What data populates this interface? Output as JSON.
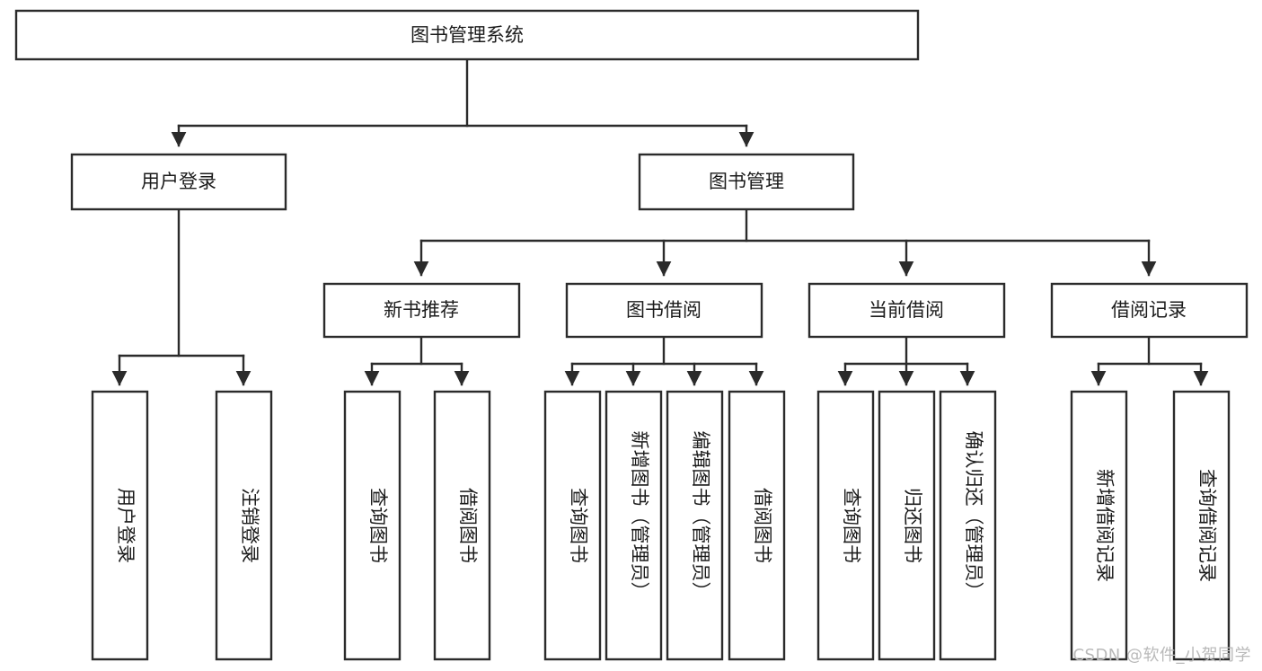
{
  "diagram": {
    "title": "图书管理系统",
    "type": "tree-hierarchy-chart",
    "watermark": "CSDN @软件_小贺同学",
    "colors": {
      "background": "#ffffff",
      "box_stroke": "#2b2b2b",
      "box_fill": "#ffffff",
      "text": "#1b1b1b",
      "watermark": "#b9b9b9"
    },
    "root": {
      "label": "图书管理系统"
    },
    "level2": [
      {
        "label": "用户登录"
      },
      {
        "label": "图书管理"
      }
    ],
    "level3": [
      {
        "label": "新书推荐"
      },
      {
        "label": "图书借阅"
      },
      {
        "label": "当前借阅"
      },
      {
        "label": "借阅记录"
      }
    ],
    "leaves": {
      "user_login": [
        {
          "label": "用户登录"
        },
        {
          "label": "注销登录"
        }
      ],
      "new_book_recommend": [
        {
          "label": "查询图书"
        },
        {
          "label": "借阅图书"
        }
      ],
      "book_borrow": [
        {
          "label": "查询图书"
        },
        {
          "label": "新增图书（管理员）"
        },
        {
          "label": "编辑图书（管理员）"
        },
        {
          "label": "借阅图书"
        }
      ],
      "current_borrow": [
        {
          "label": "查询图书"
        },
        {
          "label": "归还图书"
        },
        {
          "label": "确认归还（管理员）"
        }
      ],
      "borrow_record": [
        {
          "label": "新增借阅记录"
        },
        {
          "label": "查询借阅记录"
        }
      ]
    }
  }
}
